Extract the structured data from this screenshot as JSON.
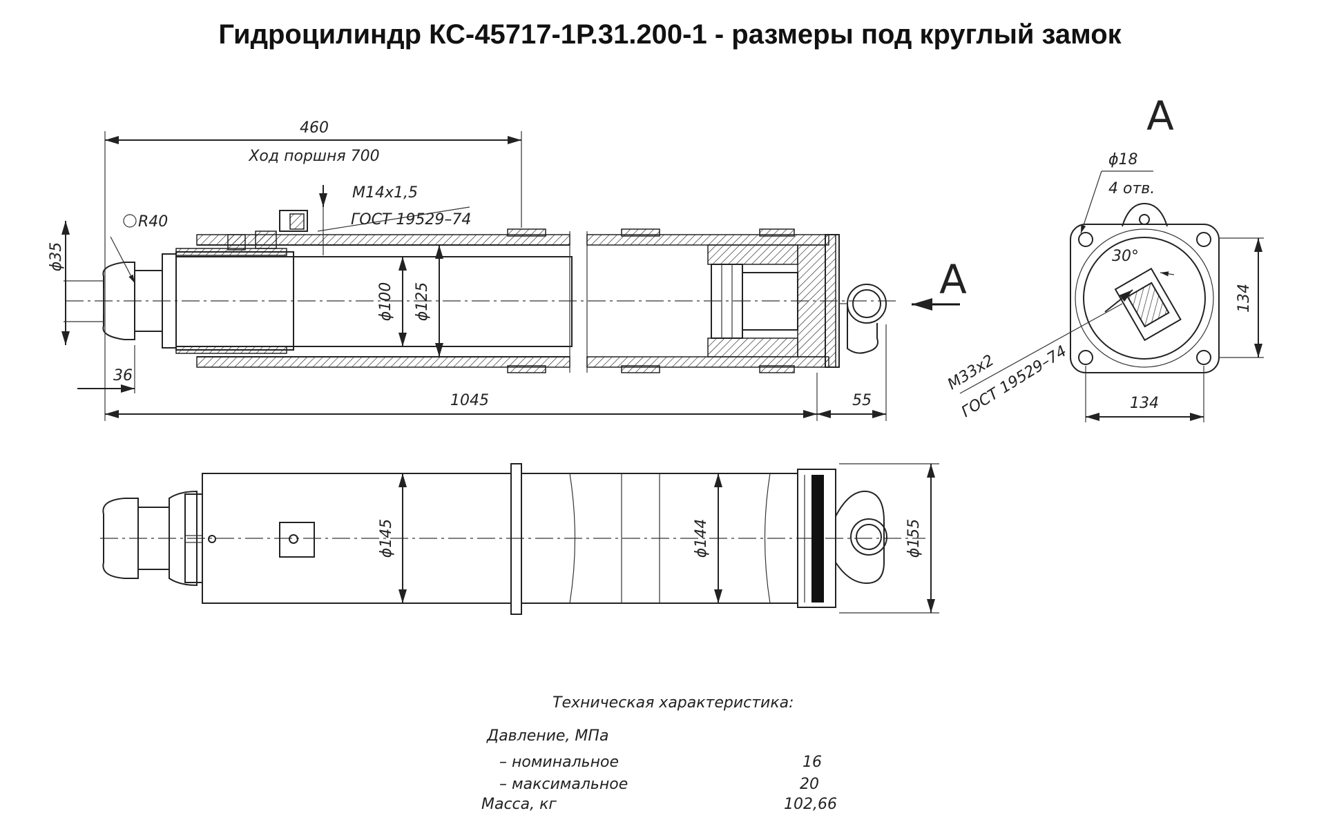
{
  "title": "Гидроцилиндр КС-45717-1Р.31.200-1 - размеры под круглый замок",
  "top_view": {
    "dim_460": "460",
    "stroke_label": "Ход поршня 700",
    "port_thread": "М14х1,5",
    "port_standard": "ГОСТ 19529–74",
    "radius": "R40",
    "dia_35": "ϕ35",
    "dia_100": "ϕ100",
    "dia_125": "ϕ125",
    "dim_36": "36",
    "dim_1045": "1045",
    "dim_55": "55",
    "view_arrow_label": "А"
  },
  "side_view": {
    "dia_145": "ϕ145",
    "dia_144": "ϕ144",
    "dia_155": "ϕ155"
  },
  "view_a": {
    "title": "А",
    "hole_dia": "ϕ18",
    "hole_count": "4 отв.",
    "angle": "30°",
    "dim_134_vertical": "134",
    "dim_134_horizontal": "134",
    "thread": "М33х2",
    "thread_standard": "ГОСТ 19529–74"
  },
  "specs": {
    "heading": "Техническая характеристика:",
    "pressure_label": "Давление, МПа",
    "rows": [
      {
        "label": "– номинальное",
        "value": "16"
      },
      {
        "label": "– максимальное",
        "value": "20"
      },
      {
        "label": "Масса, кг",
        "value": "102,66"
      }
    ]
  }
}
